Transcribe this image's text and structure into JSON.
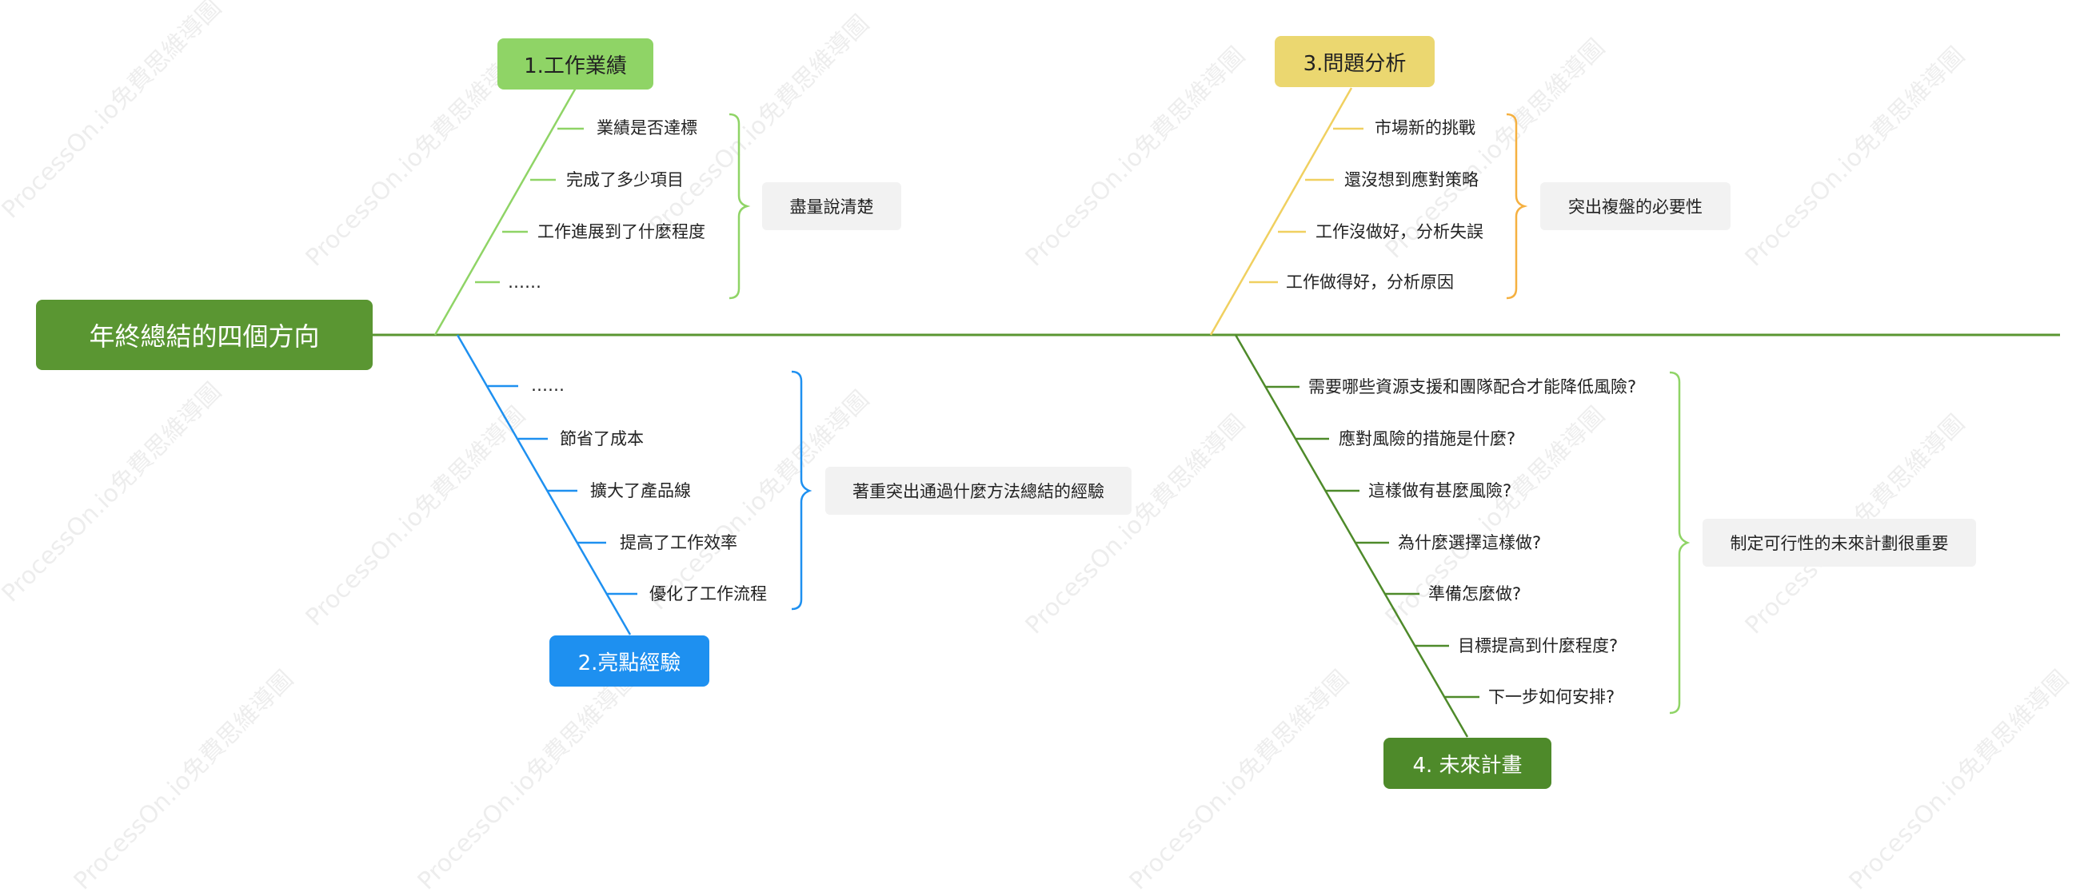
{
  "root": {
    "title": "年終總結的四個方向"
  },
  "watermark": "ProcessOn.io免費思維導圖",
  "colors": {
    "root": "#5a9632",
    "spine": "#5a9632",
    "b1": "#8fd466",
    "b2": "#1e90f0",
    "b3": "#f0d060",
    "b4": "#4e8a2a"
  },
  "branches": [
    {
      "title": "1.工作業績",
      "items": [
        "業績是否達標",
        "完成了多少項目",
        "工作進展到了什麼程度",
        "……"
      ],
      "summary": "盡量說清楚"
    },
    {
      "title": "2.亮點經驗",
      "items": [
        "……",
        "節省了成本",
        "擴大了產品線",
        "提高了工作效率",
        "優化了工作流程"
      ],
      "summary": "著重突出通過什麼方法總結的經驗"
    },
    {
      "title": "3.問題分析",
      "items": [
        "市場新的挑戰",
        "還沒想到應對策略",
        "工作沒做好，分析失誤",
        "工作做得好，分析原因"
      ],
      "summary": "突出複盤的必要性"
    },
    {
      "title": "4. 未來計畫",
      "items": [
        "需要哪些資源支援和團隊配合才能降低風險?",
        "應對風險的措施是什麼?",
        "這樣做有甚麼風險?",
        "為什麼選擇這樣做?",
        "準備怎麼做?",
        "目標提高到什麼程度?",
        "下一步如何安排?"
      ],
      "summary": "制定可行性的未來計劃很重要"
    }
  ]
}
